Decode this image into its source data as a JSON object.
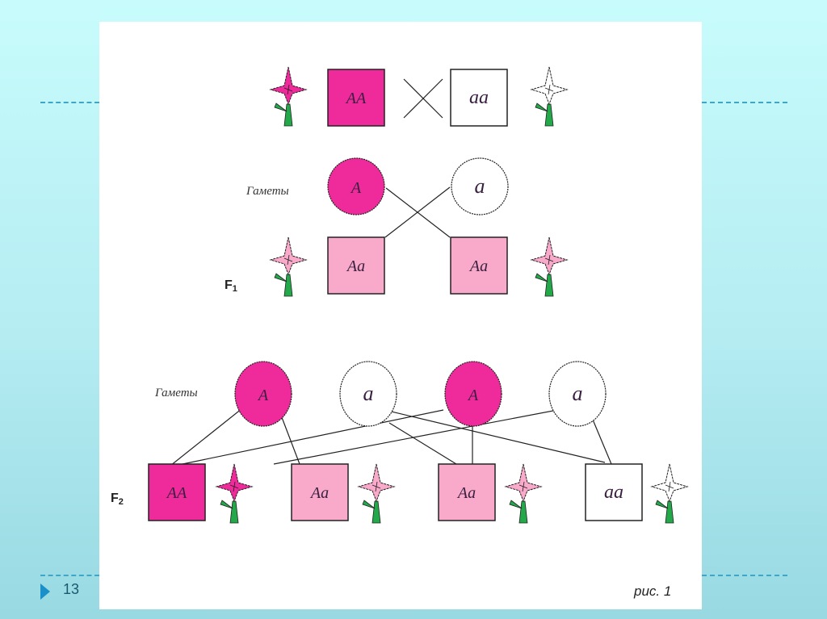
{
  "slide": {
    "number": "13",
    "caption": "рис. 1"
  },
  "colors": {
    "dominant": "#ef2a9a",
    "hetero": "#f9a9c9",
    "recessive": "#ffffff",
    "stem": "#23a84a",
    "background": "#c8fcfc"
  },
  "parents": {
    "left": {
      "genotype": "AA",
      "flower": "dominant"
    },
    "cross_symbol": "×",
    "right": {
      "genotype": "aa",
      "flower": "recessive"
    }
  },
  "gametes_label": "Гаметы",
  "gametes1": [
    {
      "allele": "A",
      "type": "dominant"
    },
    {
      "allele": "a",
      "type": "recessive"
    }
  ],
  "f1": {
    "label": "F",
    "sub": "1",
    "offspring": [
      {
        "genotype": "Aa",
        "type": "hetero"
      },
      {
        "genotype": "Aa",
        "type": "hetero"
      }
    ]
  },
  "gametes2": [
    {
      "allele": "A",
      "type": "dominant"
    },
    {
      "allele": "a",
      "type": "recessive"
    },
    {
      "allele": "A",
      "type": "dominant"
    },
    {
      "allele": "a",
      "type": "recessive"
    }
  ],
  "f2": {
    "label": "F",
    "sub": "2",
    "offspring": [
      {
        "genotype": "AA",
        "type": "dominant"
      },
      {
        "genotype": "Aa",
        "type": "hetero"
      },
      {
        "genotype": "Aa",
        "type": "hetero"
      },
      {
        "genotype": "aa",
        "type": "recessive"
      }
    ]
  }
}
